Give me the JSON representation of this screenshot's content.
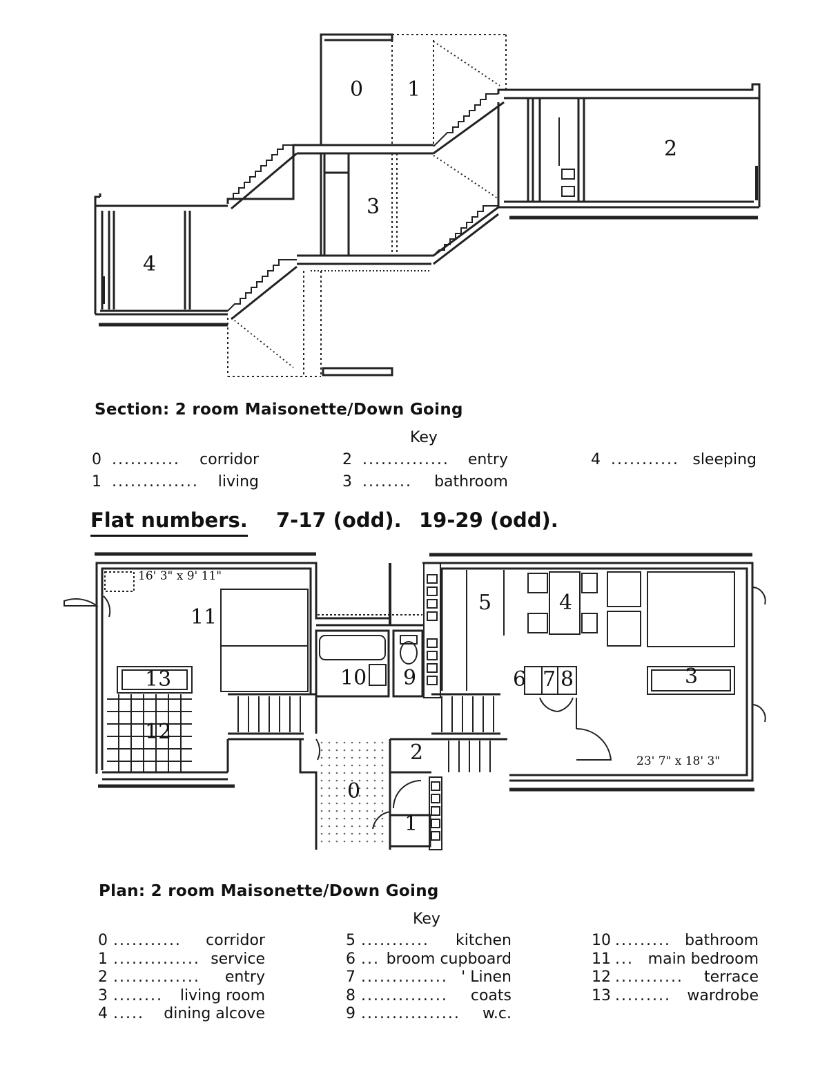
{
  "section": {
    "caption": "Section: 2 room Maisonette/Down Going",
    "key_title": "Key",
    "labels": [
      "0",
      "1",
      "2",
      "3",
      "4"
    ],
    "key": [
      {
        "num": "0",
        "dots": "...........",
        "name": "corridor"
      },
      {
        "num": "1",
        "dots": "..............",
        "name": "living"
      },
      {
        "num": "2",
        "dots": "..............",
        "name": "entry"
      },
      {
        "num": "3",
        "dots": "........",
        "name": "bathroom"
      },
      {
        "num": "4",
        "dots": "...........",
        "name": "sleeping"
      }
    ]
  },
  "flat_numbers": {
    "label": "Flat numbers.",
    "range_a": "7-17 (odd).",
    "range_b": "19-29 (odd)."
  },
  "plan": {
    "caption": "Plan: 2 room Maisonette/Down Going",
    "key_title": "Key",
    "dim_bedroom": "16' 3\" x 9' 11\"",
    "dim_living": "23' 7\" x 18' 3\"",
    "labels": [
      "0",
      "1",
      "2",
      "3",
      "4",
      "5",
      "6",
      "7",
      "8",
      "9",
      "10",
      "11",
      "12",
      "13"
    ],
    "key": [
      {
        "num": "0",
        "dots": "...........",
        "name": "corridor"
      },
      {
        "num": "1",
        "dots": "..............",
        "name": "service"
      },
      {
        "num": "2",
        "dots": "..............",
        "name": "entry"
      },
      {
        "num": "3",
        "dots": "........",
        "name": "living room"
      },
      {
        "num": "4",
        "dots": ".....",
        "name": "dining alcove"
      },
      {
        "num": "5",
        "dots": "...........",
        "name": "kitchen"
      },
      {
        "num": "6",
        "dots": "...",
        "name": "broom cupboard"
      },
      {
        "num": "7",
        "dots": "..............",
        "name": "' Linen"
      },
      {
        "num": "8",
        "dots": "..............",
        "name": "coats"
      },
      {
        "num": "9",
        "dots": "................",
        "name": "w.c."
      },
      {
        "num": "10",
        "dots": ".........",
        "name": "bathroom"
      },
      {
        "num": "11",
        "dots": "...",
        "name": "main bedroom"
      },
      {
        "num": "12",
        "dots": "...........",
        "name": "terrace"
      },
      {
        "num": "13",
        "dots": ".........",
        "name": "wardrobe"
      }
    ]
  }
}
